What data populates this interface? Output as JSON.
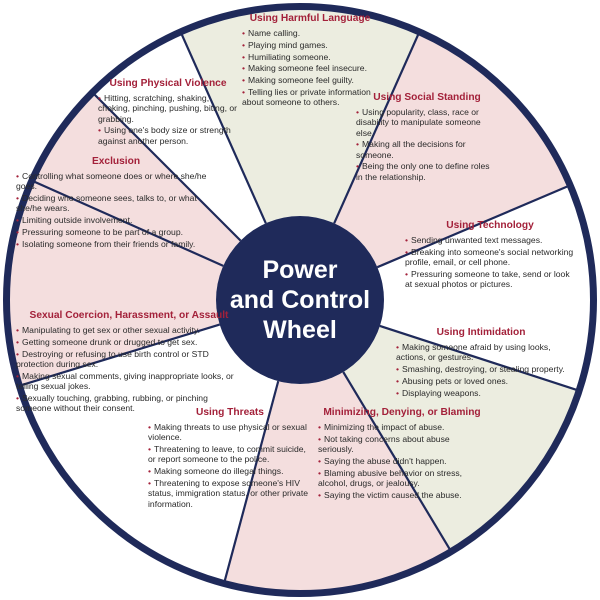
{
  "hub": {
    "lines": [
      "Power",
      "and Control",
      "Wheel"
    ]
  },
  "colors": {
    "ring": "#1f2a5a",
    "hub": "#1f2a5a",
    "divider": "#1f2a5a",
    "title": "#a3213a",
    "bullet": "#a3213a",
    "fill_pink": "#f4dede",
    "fill_green": "#ecede0",
    "text": "#2a2a2a"
  },
  "segments": [
    {
      "title": "Using Harmful Language",
      "items": [
        "Name calling.",
        "Playing mind games.",
        "Humiliating someone.",
        "Making someone feel insecure.",
        "Making someone feel guilty.",
        "Telling lies or private information about someone to others."
      ]
    },
    {
      "title": "Using Social Standing",
      "items": [
        "Using popularity, class, race or disability to manipulate someone else.",
        "Making all the decisions for someone.",
        "Being the only one to define roles in the relationship."
      ]
    },
    {
      "title": "Using Technology",
      "items": [
        "Sending unwanted text messages.",
        "Breaking into someone's social networking profile, email, or cell phone.",
        "Pressuring someone to take, send or look at sexual photos or pictures."
      ]
    },
    {
      "title": "Using Intimidation",
      "items": [
        "Making someone afraid by using looks, actions, or gestures.",
        "Smashing, destroying, or stealing property.",
        "Abusing pets or loved ones.",
        "Displaying weapons."
      ]
    },
    {
      "title": "Minimizing, Denying, or Blaming",
      "items": [
        "Minimizing the impact of abuse.",
        "Not taking concerns about abuse seriously.",
        "Saying the abuse didn't happen.",
        "Blaming abusive behavior on stress, alcohol, drugs, or jealousy.",
        "Saying the victim caused the abuse."
      ]
    },
    {
      "title": "Using Threats",
      "items": [
        "Making threats to use physical or sexual violence.",
        "Threatening to leave, to commit suicide, or report someone to the police.",
        "Making someone do illegal things.",
        "Threatening to expose someone's HIV status, immigration status, or other private information."
      ]
    },
    {
      "title": "Sexual Coercion, Harassment, or Assault",
      "items": [
        "Manipulating to get sex or other sexual activity.",
        "Getting someone drunk or drugged to get sex.",
        "Destroying or refusing to use birth control or STD protection during sex.",
        "Making sexual comments, giving inappropriate looks, or telling sexual jokes.",
        "Sexually touching, grabbing, rubbing, or pinching someone without their consent."
      ]
    },
    {
      "title": "Exclusion",
      "items": [
        "Controlling what someone does or where she/he goes.",
        "Deciding who someone sees, talks to, or what she/he wears.",
        "Limiting outside involvement.",
        "Pressuring someone to be part of a group.",
        "Isolating someone from their friends or family."
      ]
    },
    {
      "title": "Using Physical Violence",
      "items": [
        "Hitting, scratching, shaking, choking, pinching, pushing, biting, or grabbing.",
        "Using one's body size or strength against another person."
      ]
    }
  ]
}
